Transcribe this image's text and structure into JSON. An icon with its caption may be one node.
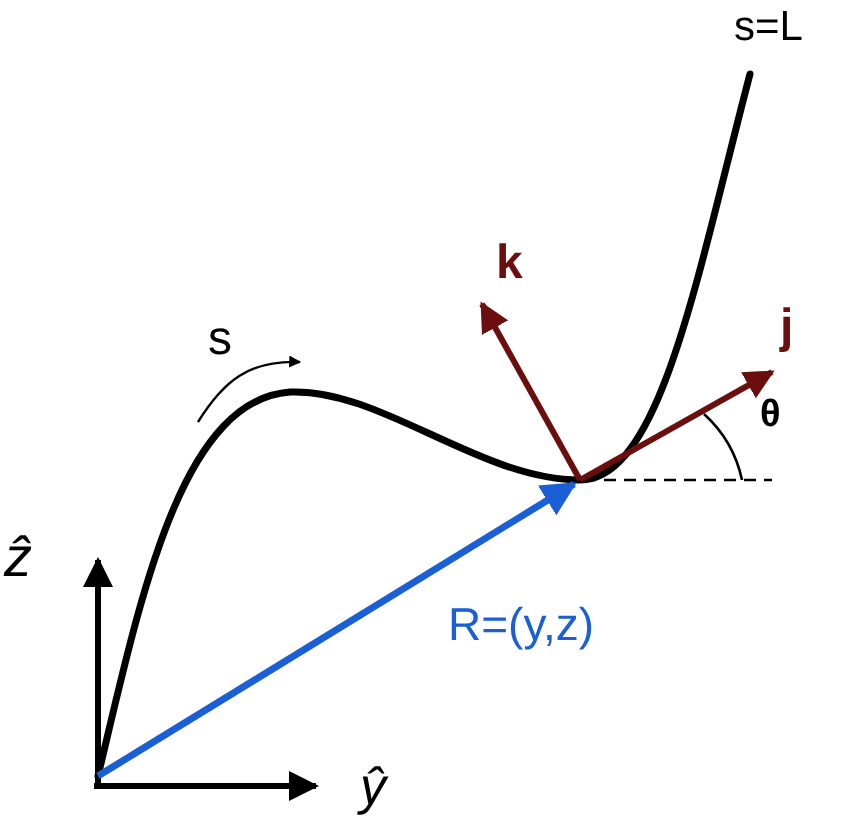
{
  "diagram": {
    "labels": [
      "s=L",
      "k",
      "s",
      "j",
      "θ",
      "ẑ",
      "R=(y,z)",
      "ŷ"
    ]
  }
}
